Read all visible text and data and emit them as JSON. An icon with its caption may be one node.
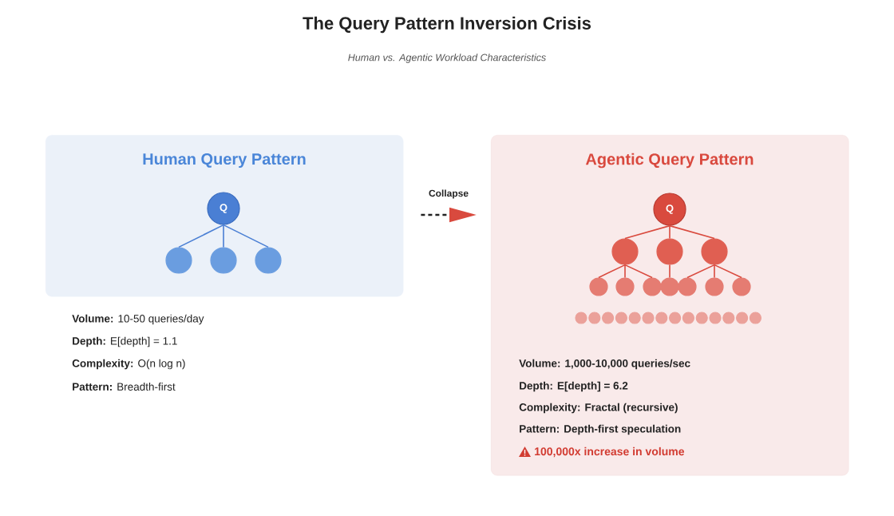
{
  "diagram": {
    "title": "The Query Pattern Inversion Crisis",
    "nodes": [
      {
        "text": [
          "Human Query Pattern"
        ]
      },
      {
        "text": [
          "Q"
        ],
        "in": 0
      },
      {
        "text": [],
        "shape": "circle",
        "in": 0
      },
      {
        "text": [],
        "shape": "circle",
        "in": 0
      },
      {
        "text": [],
        "shape": "circle",
        "in": 0
      },
      {
        "text": [
          "Agentic Query Pattern",
          "Volume: 1,000-10,000 queries/sec",
          "Depth: E[depth] = 6.2",
          "Complexity: Fractal (recursive)",
          "Pattern: Depth-first speculation",
          "100,000x increase in volume"
        ]
      },
      {
        "text": [
          "Q"
        ],
        "in": 5
      },
      {
        "text": [],
        "shape": "circle",
        "in": 5
      },
      {
        "text": [],
        "shape": "circle",
        "in": 5
      },
      {
        "text": [],
        "shape": "circle",
        "in": 5
      },
      {
        "text": [],
        "shape": "circle",
        "in": 5
      },
      {
        "text": [],
        "shape": "circle",
        "in": 5
      },
      {
        "text": [],
        "shape": "circle",
        "in": 5
      },
      {
        "text": [],
        "shape": "circle",
        "in": 5
      },
      {
        "text": [],
        "shape": "circle",
        "in": 5
      },
      {
        "text": [],
        "shape": "circle",
        "in": 5
      },
      {
        "text": [],
        "shape": "circle",
        "in": 5
      },
      {
        "text": [],
        "shape": "circle",
        "in": 5
      },
      {
        "text": [],
        "shape": "circle",
        "in": 5
      },
      {
        "text": [],
        "shape": "circle",
        "in": 5
      },
      {
        "text": [],
        "shape": "circle",
        "in": 5
      },
      {
        "text": [],
        "shape": "circle",
        "in": 5
      },
      {
        "text": [],
        "shape": "circle",
        "in": 5
      },
      {
        "text": [],
        "shape": "circle",
        "in": 5
      },
      {
        "text": [],
        "shape": "circle",
        "in": 5
      },
      {
        "text": [],
        "shape": "circle",
        "in": 5
      },
      {
        "text": [],
        "shape": "circle",
        "in": 5
      },
      {
        "text": [],
        "shape": "circle",
        "in": 5
      },
      {
        "text": [],
        "shape": "circle",
        "in": 5
      },
      {
        "text": [],
        "shape": "circle",
        "in": 5
      },
      {
        "text": [],
        "shape": "circle",
        "in": 5
      }
    ],
    "edges": [
      {
        "from": 1,
        "to": 2,
        "arrow": "none",
        "color": "#4a7fd4"
      },
      {
        "from": 1,
        "to": 3,
        "arrow": "none",
        "color": "#4a7fd4"
      },
      {
        "from": 1,
        "to": 4,
        "arrow": "none",
        "color": "#4a7fd4"
      },
      {
        "from": 6,
        "to": 7,
        "arrow": "none",
        "color": "#d94a3e"
      },
      {
        "from": 6,
        "to": 8,
        "arrow": "none",
        "color": "#d94a3e"
      },
      {
        "from": 6,
        "to": 9,
        "arrow": "none",
        "color": "#d94a3e"
      },
      {
        "from": 7,
        "to": 10,
        "arrow": "none",
        "color": "#d94a3e"
      },
      {
        "from": 7,
        "to": 11,
        "arrow": "none",
        "color": "#d94a3e"
      },
      {
        "from": 7,
        "to": 12,
        "arrow": "none",
        "color": "#d94a3e"
      },
      {
        "from": 8,
        "to": 13,
        "arrow": "none",
        "color": "#d94a3e"
      },
      {
        "from": 9,
        "to": 14,
        "arrow": "none",
        "color": "#d94a3e"
      },
      {
        "from": 9,
        "to": 15,
        "arrow": "none",
        "color": "#d94a3e"
      },
      {
        "from": 9,
        "to": 16,
        "arrow": "none",
        "color": "#d94a3e"
      },
      {
        "from": 0,
        "to": 5,
        "arrow": "to",
        "label": "Collapse",
        "style": "dashed",
        "color": "#222222"
      }
    ],
    "labels": [
      "Human vs. Agentic Workload Characteristics",
      "**Volume:** 10-50 queries/day",
      "**Depth:** E[depth] = 1.1",
      "**Complexity:** O(n log n)",
      "**Pattern:** Breadth-first"
    ]
  }
}
